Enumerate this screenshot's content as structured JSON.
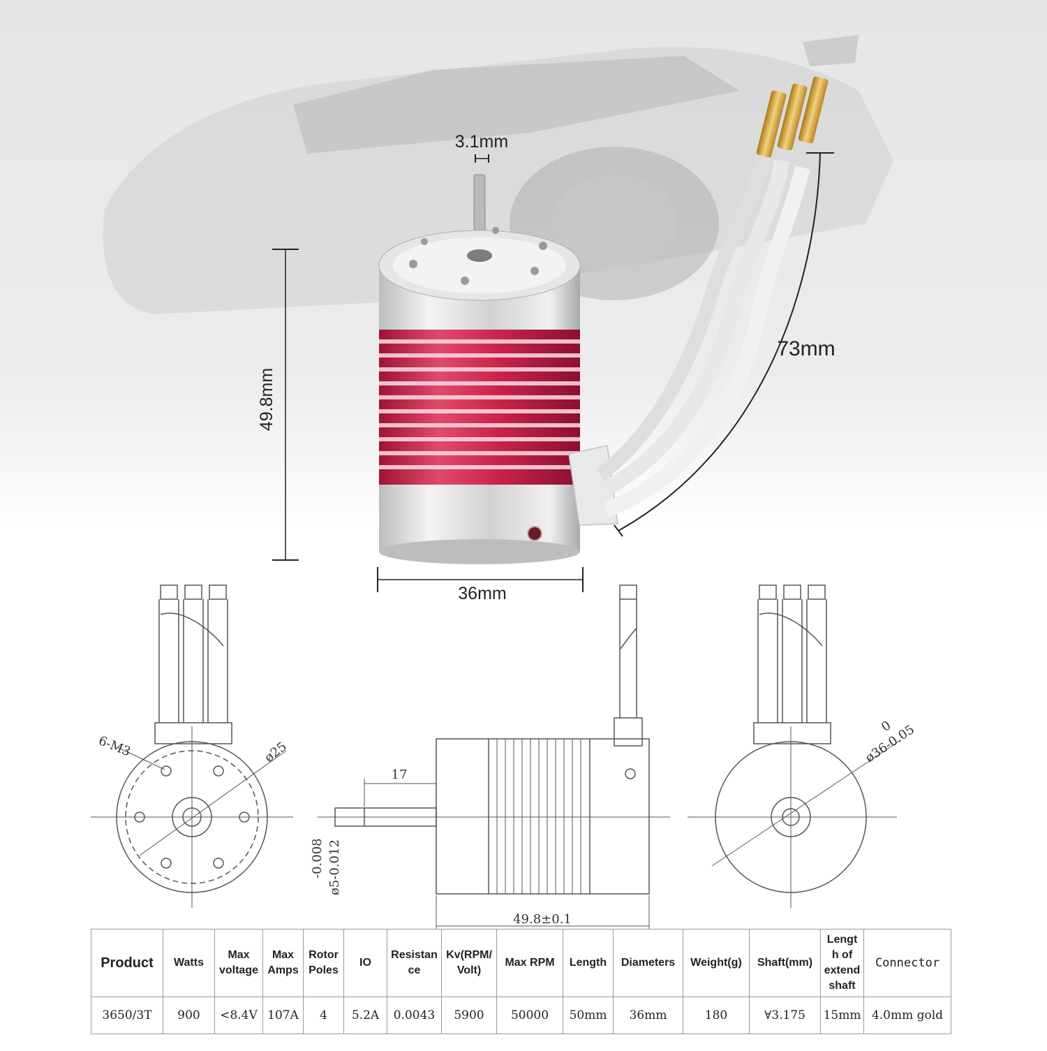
{
  "dimensions": {
    "shaft_diameter": "3.1mm",
    "cable_length": "73mm",
    "body_length": "49.8mm",
    "body_diameter": "36mm"
  },
  "drawing": {
    "front_holes": "6-M3",
    "front_bolt_circle": "ø25",
    "shaft_extension": "17",
    "shaft_tolerance_upper": "-0.008",
    "shaft_tolerance_lower": "ø5-0.012",
    "side_length": "49.8±0.1",
    "rear_diameter": "ø36-0.05",
    "rear_tolerance_upper": "0"
  },
  "spec_table": {
    "headers": [
      "Product",
      "Watts",
      "Max voltage",
      "Max Amps",
      "Rotor Poles",
      "IO",
      "Resistan ce",
      "Kv(RPM/ Volt)",
      "Max RPM",
      "Length",
      "Diameters",
      "Weight(g)",
      "Shaft(mm)",
      "Lengt h of extend shaft",
      "Connector"
    ],
    "row": [
      "3650/3T",
      "900",
      "<8.4V",
      "107A",
      "4",
      "5.2A",
      "0.0043",
      "5900",
      "50000",
      "50mm",
      "36mm",
      "180",
      "∀3.175",
      "15mm",
      "4.0mm gold"
    ]
  },
  "colors": {
    "coil_red": "#c8234a",
    "housing_silver": "#d9d9d9",
    "connector_gold": "#d6a531"
  }
}
